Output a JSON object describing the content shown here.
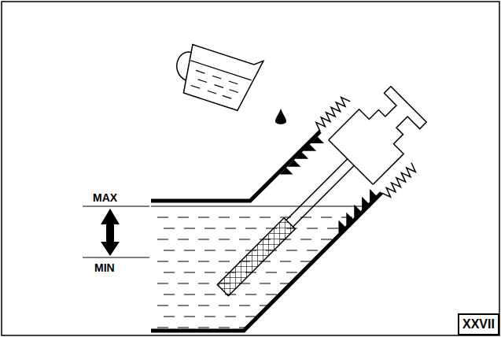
{
  "diagram": {
    "nodes": [
      {
        "text": [
          "XXVII"
        ]
      }
    ],
    "labels": [
      "MAX",
      "MIN"
    ]
  }
}
